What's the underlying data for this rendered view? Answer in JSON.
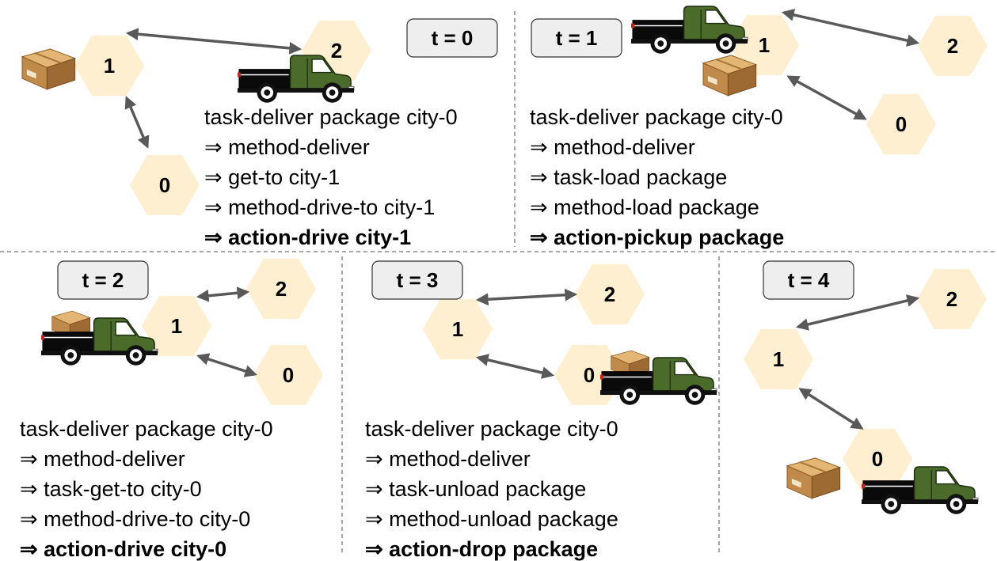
{
  "panels": [
    {
      "id": "p0",
      "time": "t = 0",
      "nodes": [
        "1",
        "2",
        "0"
      ],
      "plan": [
        {
          "text": "task-deliver package city-0",
          "bold": false
        },
        {
          "text": "⇒ method-deliver",
          "bold": false
        },
        {
          "text": "⇒ get-to city-1",
          "bold": false
        },
        {
          "text": "⇒ method-drive-to city-1",
          "bold": false
        },
        {
          "text": "⇒ action-drive city-1",
          "bold": true
        }
      ]
    },
    {
      "id": "p1",
      "time": "t = 1",
      "nodes": [
        "1",
        "2",
        "0"
      ],
      "plan": [
        {
          "text": "task-deliver package city-0",
          "bold": false
        },
        {
          "text": "⇒ method-deliver",
          "bold": false
        },
        {
          "text": "⇒ task-load package",
          "bold": false
        },
        {
          "text": "⇒ method-load package",
          "bold": false
        },
        {
          "text": "⇒ action-pickup package",
          "bold": true
        }
      ]
    },
    {
      "id": "p2",
      "time": "t = 2",
      "nodes": [
        "1",
        "2",
        "0"
      ],
      "plan": [
        {
          "text": "task-deliver package city-0",
          "bold": false
        },
        {
          "text": "⇒ method-deliver",
          "bold": false
        },
        {
          "text": "⇒ task-get-to city-0",
          "bold": false
        },
        {
          "text": "⇒ method-drive-to city-0",
          "bold": false
        },
        {
          "text": "⇒ action-drive city-0",
          "bold": true
        }
      ]
    },
    {
      "id": "p3",
      "time": "t = 3",
      "nodes": [
        "1",
        "2",
        "0"
      ],
      "plan": [
        {
          "text": "task-deliver package city-0",
          "bold": false
        },
        {
          "text": "⇒ method-deliver",
          "bold": false
        },
        {
          "text": "⇒ task-unload package",
          "bold": false
        },
        {
          "text": "⇒ method-unload package",
          "bold": false
        },
        {
          "text": "⇒ action-drop package",
          "bold": true
        }
      ]
    },
    {
      "id": "p4",
      "time": "t = 4",
      "nodes": [
        "1",
        "2",
        "0"
      ],
      "plan": []
    }
  ],
  "colors": {
    "hexagon": "#fdefcf",
    "arrow": "#595959",
    "label_box": "#eeeeee",
    "truck_body": "#4a6b2a",
    "truck_bed": "#0a0a0a",
    "package": "#c08a4a",
    "divider": "#888888"
  },
  "icons": [
    "truck-icon",
    "package-icon"
  ]
}
